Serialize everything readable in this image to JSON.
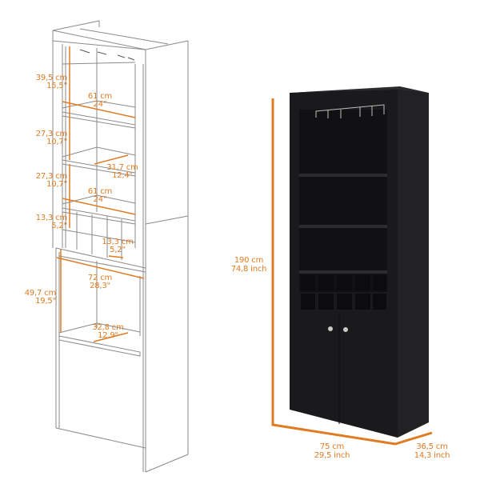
{
  "colors": {
    "dimension": "#e07b22",
    "outline": "#8a8a8a",
    "cabinet": "#1b1b1d",
    "background": "#ffffff"
  },
  "line_drawing": {
    "labels": [
      {
        "id": "top-height",
        "cm": "39,5 cm",
        "inch": "15,5\""
      },
      {
        "id": "top-shelf-width",
        "cm": "61 cm",
        "inch": "24\""
      },
      {
        "id": "mid-height-1",
        "cm": "27,3 cm",
        "inch": "10,7\""
      },
      {
        "id": "shelf-depth",
        "cm": "31,7 cm",
        "inch": "12,4\""
      },
      {
        "id": "mid-height-2",
        "cm": "27,3 cm",
        "inch": "10,7\""
      },
      {
        "id": "lower-shelf-width",
        "cm": "61 cm",
        "inch": "24\""
      },
      {
        "id": "cubby-height",
        "cm": "13,3 cm",
        "inch": "5,2\""
      },
      {
        "id": "cubby-width",
        "cm": "13,3 cm",
        "inch": "5,2\""
      },
      {
        "id": "cabinet-width",
        "cm": "72 cm",
        "inch": "28,3\""
      },
      {
        "id": "cabinet-height",
        "cm": "49,7 cm",
        "inch": "19,5\""
      },
      {
        "id": "cabinet-depth",
        "cm": "32,8 cm",
        "inch": "12,9\""
      }
    ]
  },
  "product_render": {
    "height": {
      "cm": "190 cm",
      "inch": "74,8 inch"
    },
    "width": {
      "cm": "75 cm",
      "inch": "29,5 inch"
    },
    "depth": {
      "cm": "36,5 cm",
      "inch": "14,3 inch"
    }
  }
}
